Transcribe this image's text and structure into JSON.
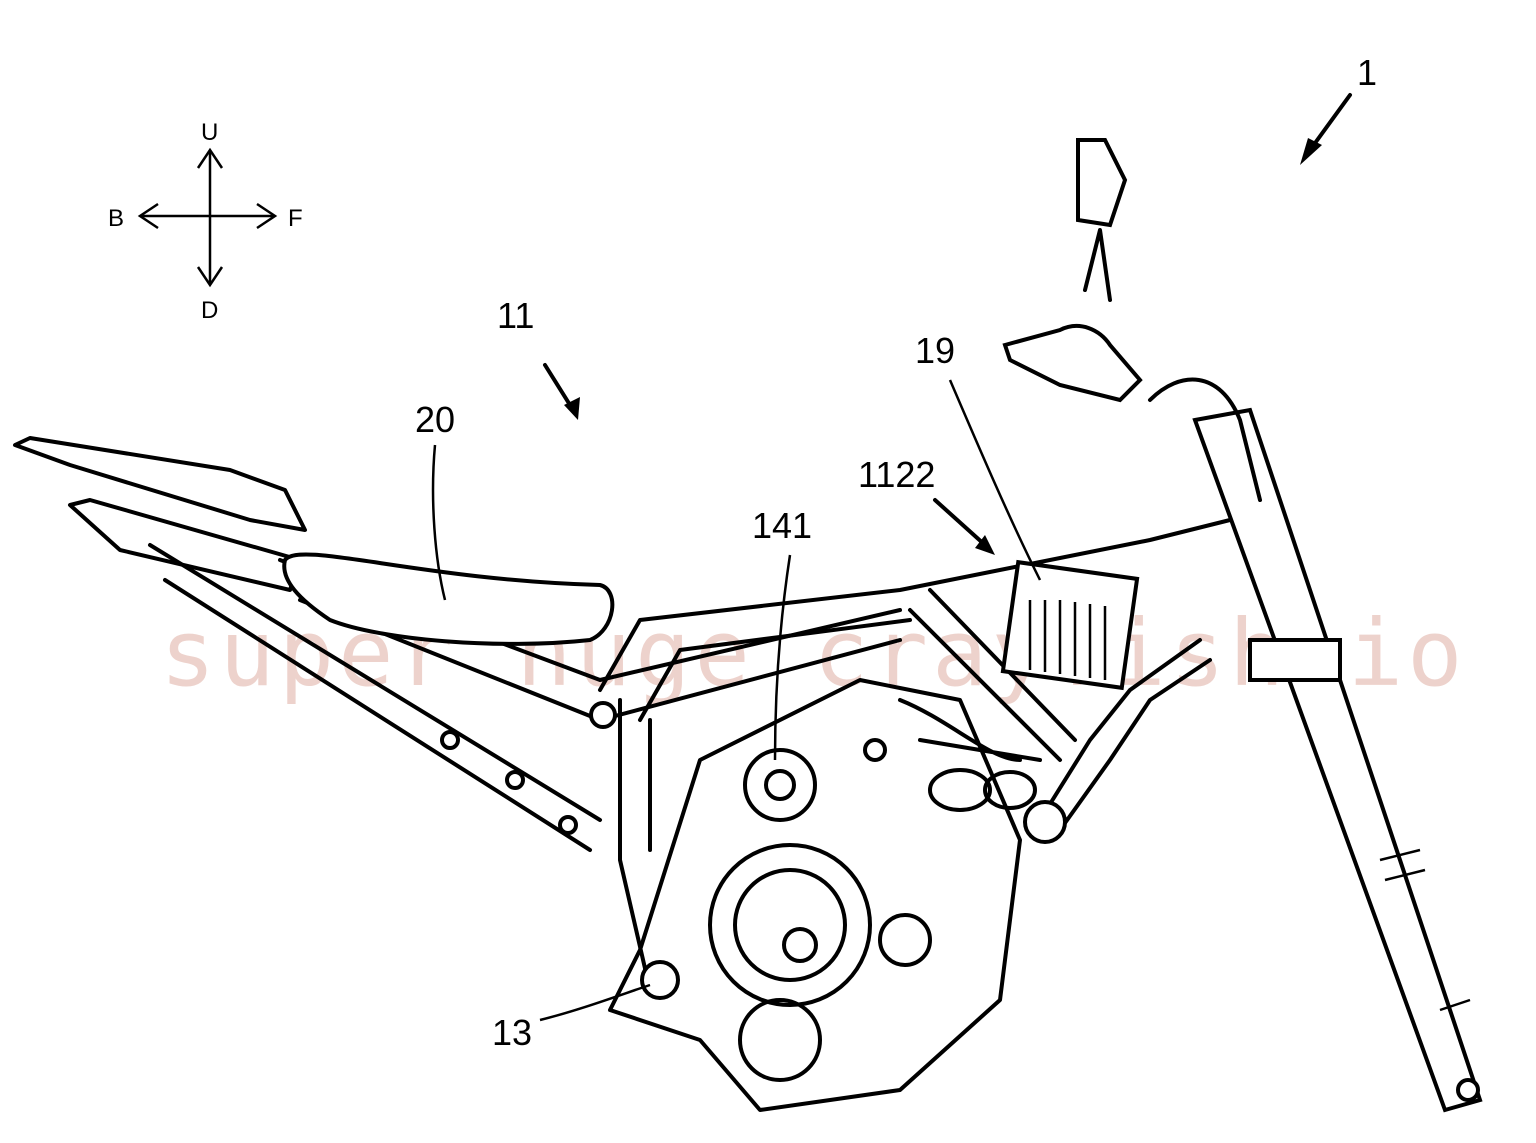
{
  "figure": {
    "direction_labels": {
      "up": "U",
      "back": "B",
      "front": "F",
      "down": "D"
    },
    "reference_numerals": {
      "vehicle": "1",
      "body_frame": "11",
      "seat": "20",
      "component_19": "19",
      "frame_part": "1122",
      "component_141": "141",
      "engine": "13"
    },
    "watermark": "super huge crayfish.io"
  }
}
